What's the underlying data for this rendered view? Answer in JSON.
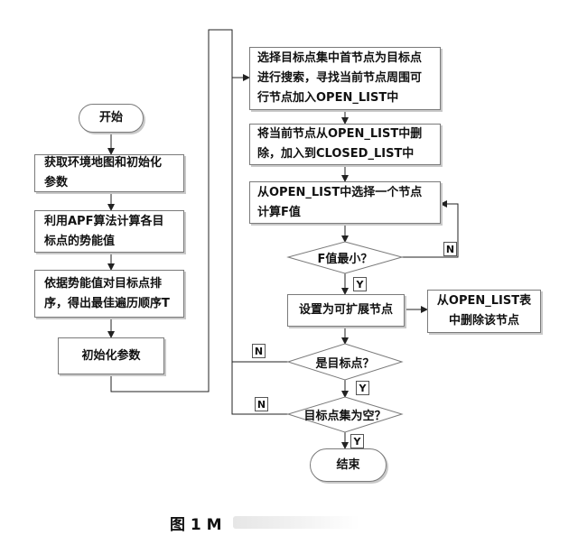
{
  "nodes": {
    "start": "开始",
    "get_map": "获取环境地图和初始化\n参数",
    "apf": "利用APF算法计算各目\n标点的势能值",
    "sort": "依据势能值对目标点排\n序，得出最佳遍历顺序T",
    "init": "初始化参数",
    "select_target": "选择目标点集中首节点为目标点\n进行搜索，寻找当前节点周围可\n行节点加入OPEN_LIST中",
    "move_closed": "将当前节点从OPEN_LIST中删\n除，加入到CLOSED_LIST中",
    "choose_node": "从OPEN_LIST中选择一个节点\n计算F值",
    "f_min": "F值最小？",
    "expand": "设置为可扩展节点",
    "remove": "从OPEN_LIST表\n中删除该节点",
    "is_target": "是目标点？",
    "set_empty": "目标点集为空？",
    "end": "结束"
  },
  "labels": {
    "f_min_yes": "Y",
    "f_min_no": "N",
    "is_target_yes": "Y",
    "is_target_no": "N",
    "set_empty_yes": "Y",
    "set_empty_no": "N"
  },
  "caption": "图 1 M"
}
